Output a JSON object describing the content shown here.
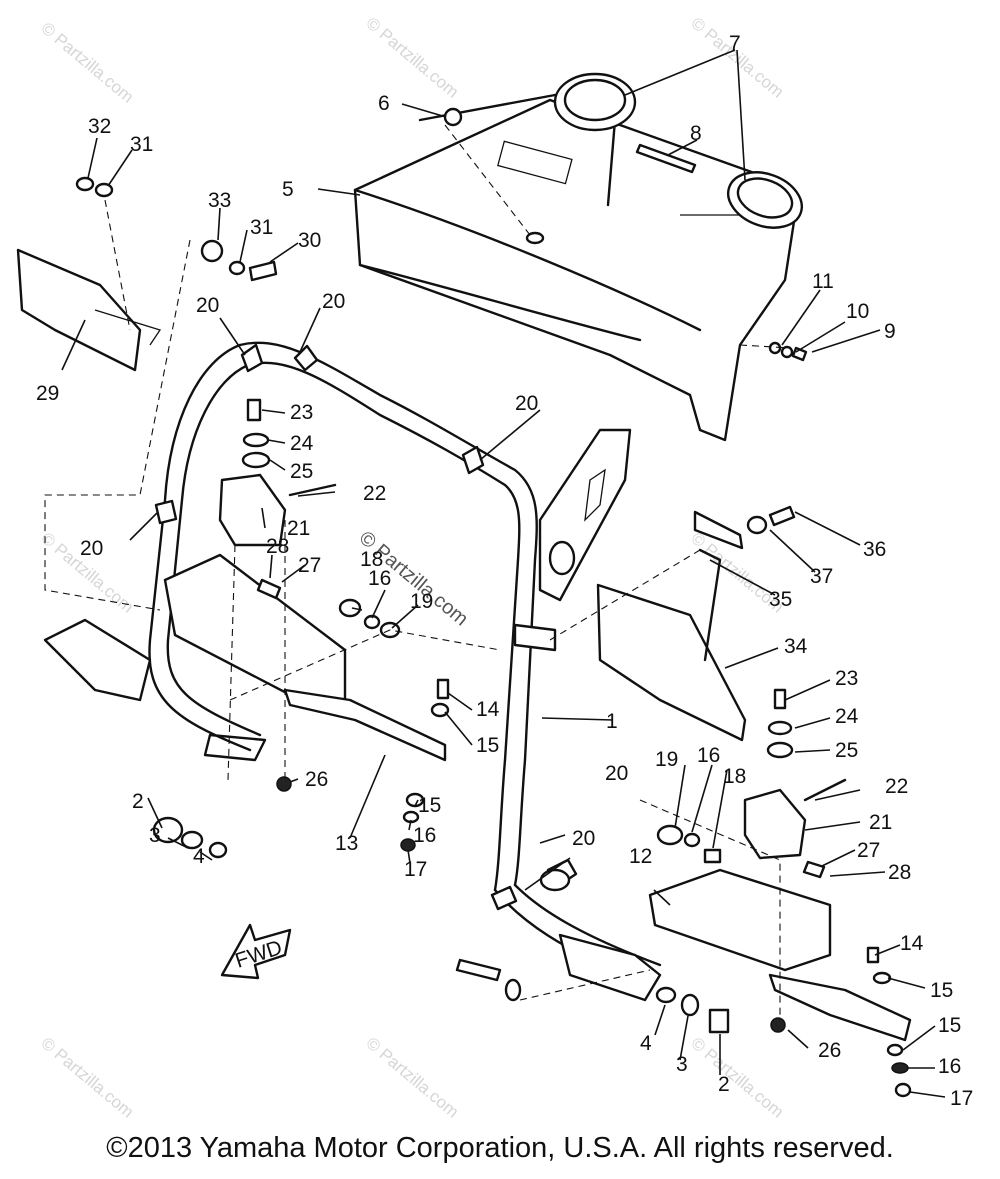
{
  "diagram": {
    "callouts": {
      "c1": "1",
      "c2a": "2",
      "c2b": "2",
      "c3a": "3",
      "c3b": "3",
      "c4a": "4",
      "c4b": "4",
      "c5": "5",
      "c6": "6",
      "c7": "7",
      "c8": "8",
      "c9": "9",
      "c10": "10",
      "c11": "11",
      "c12": "12",
      "c13": "13",
      "c14a": "14",
      "c14b": "14",
      "c15a": "15",
      "c15b": "15",
      "c15c": "15",
      "c15d": "15",
      "c16a": "16",
      "c16b": "16",
      "c16c": "16",
      "c16d": "16",
      "c17a": "17",
      "c17b": "17",
      "c18a": "18",
      "c18b": "18",
      "c19a": "19",
      "c19b": "19",
      "c20a": "20",
      "c20b": "20",
      "c20c": "20",
      "c20d": "20",
      "c20e": "20",
      "c20f": "20",
      "c21a": "21",
      "c21b": "21",
      "c22a": "22",
      "c22b": "22",
      "c23a": "23",
      "c23b": "23",
      "c24a": "24",
      "c24b": "24",
      "c25a": "25",
      "c25b": "25",
      "c26a": "26",
      "c26b": "26",
      "c27a": "27",
      "c27b": "27",
      "c28a": "28",
      "c28b": "28",
      "c29": "29",
      "c30": "30",
      "c31a": "31",
      "c31b": "31",
      "c32": "32",
      "c33": "33",
      "c34": "34",
      "c35": "35",
      "c36": "36",
      "c37": "37"
    },
    "fwd_label": "FWD",
    "watermark": "© Partzilla.com",
    "center_watermark": "© Partzilla.com"
  },
  "footer": {
    "copyright": "©2013 Yamaha Motor Corporation, U.S.A. All rights reserved."
  }
}
